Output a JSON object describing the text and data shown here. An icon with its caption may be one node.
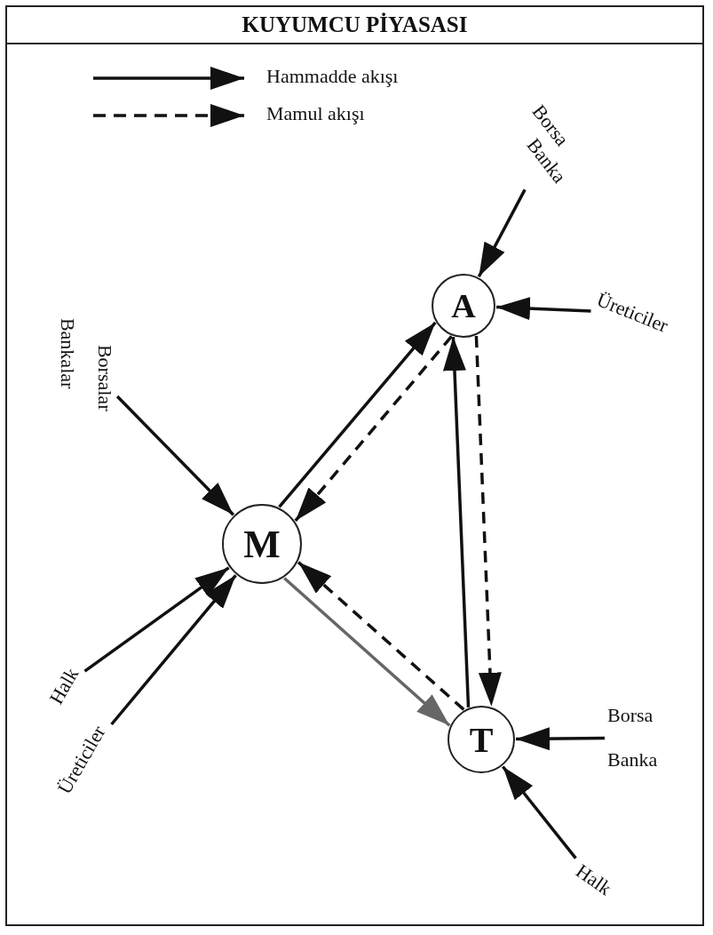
{
  "diagram": {
    "title": "KUYUMCU PİYASASI",
    "nodes": [
      {
        "text": [
          "M"
        ]
      },
      {
        "text": [
          "A"
        ]
      },
      {
        "text": [
          "T"
        ]
      },
      {
        "text": [
          "Borsa",
          "Banka"
        ]
      },
      {
        "text": [
          "Üreticiler"
        ]
      },
      {
        "text": [
          "Borsalar",
          "Bankalar"
        ]
      },
      {
        "text": [
          "Halk"
        ]
      },
      {
        "text": [
          "Üreticiler"
        ]
      },
      {
        "text": [
          "Borsa",
          "Banka"
        ]
      },
      {
        "text": [
          "Halk"
        ]
      }
    ],
    "edges": [
      {
        "from": 3,
        "to": 1,
        "arrow": "to"
      },
      {
        "from": 4,
        "to": 1,
        "arrow": "to"
      },
      {
        "from": 5,
        "to": 0,
        "arrow": "to"
      },
      {
        "from": 6,
        "to": 0,
        "arrow": "to"
      },
      {
        "from": 7,
        "to": 0,
        "arrow": "to"
      },
      {
        "from": 8,
        "to": 2,
        "arrow": "to"
      },
      {
        "from": 9,
        "to": 2,
        "arrow": "to"
      },
      {
        "from": 0,
        "to": 1,
        "arrow": "to"
      },
      {
        "from": 1,
        "to": 0,
        "arrow": "to",
        "style": "dashed"
      },
      {
        "from": 1,
        "to": 2,
        "arrow": "to",
        "style": "dashed"
      },
      {
        "from": 2,
        "to": 1,
        "arrow": "to"
      },
      {
        "from": 0,
        "to": 2,
        "arrow": "to",
        "color": "#666666"
      },
      {
        "from": 2,
        "to": 0,
        "arrow": "to",
        "style": "dashed"
      }
    ],
    "legend": [
      {
        "text": "Hammadde akışı"
      },
      {
        "text": "Mamul akışı"
      }
    ]
  }
}
